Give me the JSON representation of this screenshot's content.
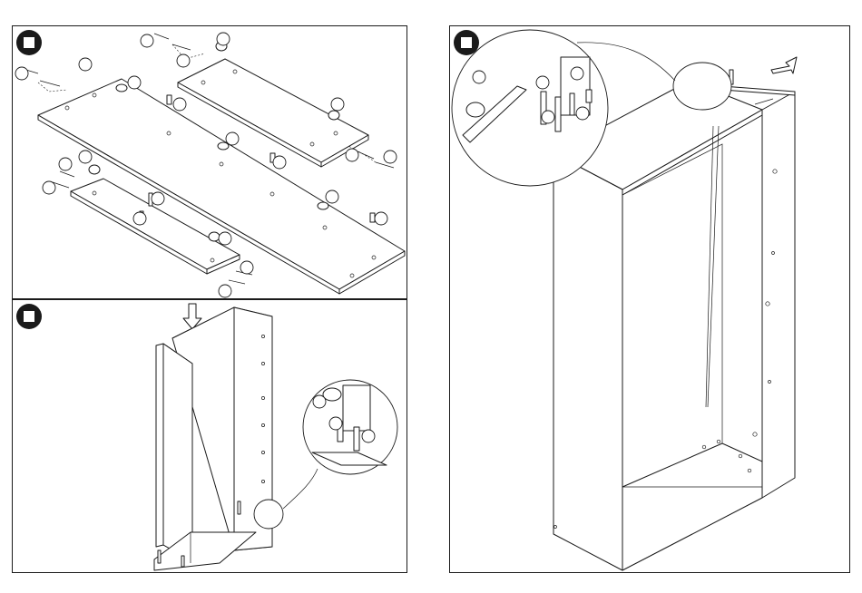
{
  "title": "",
  "steps": [
    {
      "id": "step-a",
      "number": ""
    },
    {
      "id": "step-b",
      "number": ""
    },
    {
      "id": "step-c",
      "number": ""
    }
  ],
  "callout_labels": [],
  "colors": {
    "line": "#1a1a1a",
    "background": "#ffffff"
  }
}
